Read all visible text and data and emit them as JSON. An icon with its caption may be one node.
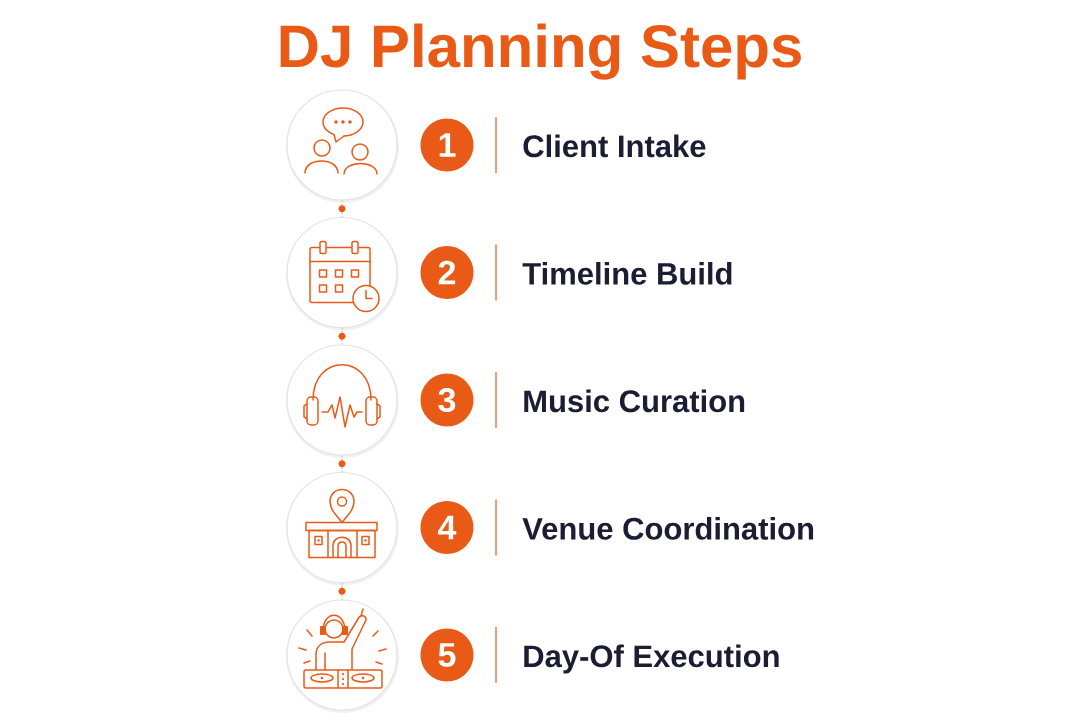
{
  "diagram": {
    "title": "DJ Planning Steps",
    "nodes": [
      {
        "text": [],
        "shape": "circle"
      },
      {
        "text": [
          "1"
        ],
        "beside": [
          "Client Intake"
        ]
      },
      {
        "text": [],
        "shape": "circle"
      },
      {
        "text": [
          "2"
        ],
        "beside": [
          "Timeline Build"
        ]
      },
      {
        "text": [],
        "shape": "circle"
      },
      {
        "text": [
          "3"
        ],
        "beside": [
          "Music Curation"
        ]
      },
      {
        "text": [],
        "shape": "circle"
      },
      {
        "text": [
          "4"
        ],
        "beside": [
          "Venue Coordination"
        ]
      },
      {
        "text": [],
        "shape": "circle"
      },
      {
        "text": [
          "5"
        ],
        "beside": [
          "Day-Of Execution"
        ]
      }
    ],
    "edges": [
      {
        "from": 0,
        "to": 2,
        "arrow": "none",
        "style": "dashed"
      },
      {
        "from": 2,
        "to": 4,
        "arrow": "none",
        "style": "dashed"
      },
      {
        "from": 4,
        "to": 6,
        "arrow": "none",
        "style": "dashed"
      },
      {
        "from": 6,
        "to": 8,
        "arrow": "none",
        "style": "dashed"
      }
    ]
  }
}
